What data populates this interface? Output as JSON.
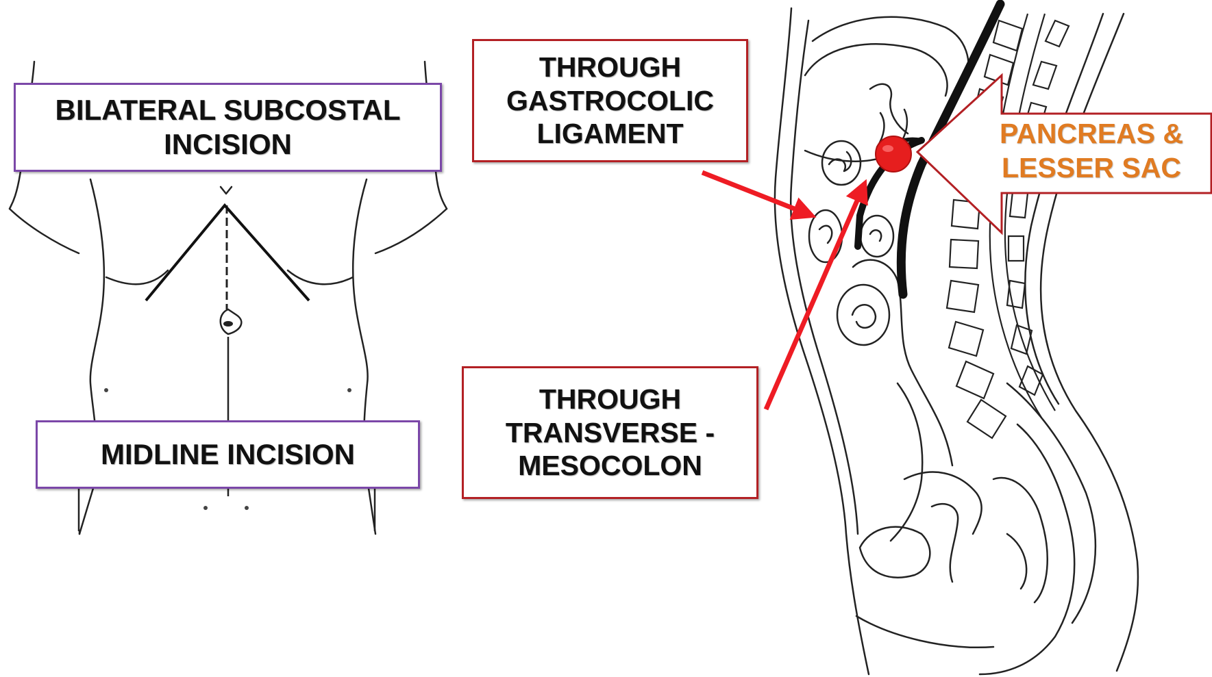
{
  "labels": {
    "bilateral_subcostal": "BILATERAL SUBCOSTAL\nINCISION",
    "midline": "MIDLINE INCISION",
    "gastrocolic": "THROUGH\nGASTROCOLIC\nLIGAMENT",
    "transverse": "THROUGH\nTRANSVERSE -\nMESOCOLON",
    "pancreas": "PANCREAS &\nLESSER SAC"
  },
  "colors": {
    "purple_border": "#7b47a8",
    "red_border": "#b32024",
    "arrow_red": "#ee1c24",
    "orange_text": "#e07b22",
    "dot_red": "#e61e1e"
  },
  "icons": {
    "torso": "front-torso-outline-icon",
    "sagittal": "sagittal-abdomen-section-icon",
    "big_arrow": "hollow-left-arrow-icon",
    "dot": "red-dot-icon"
  }
}
